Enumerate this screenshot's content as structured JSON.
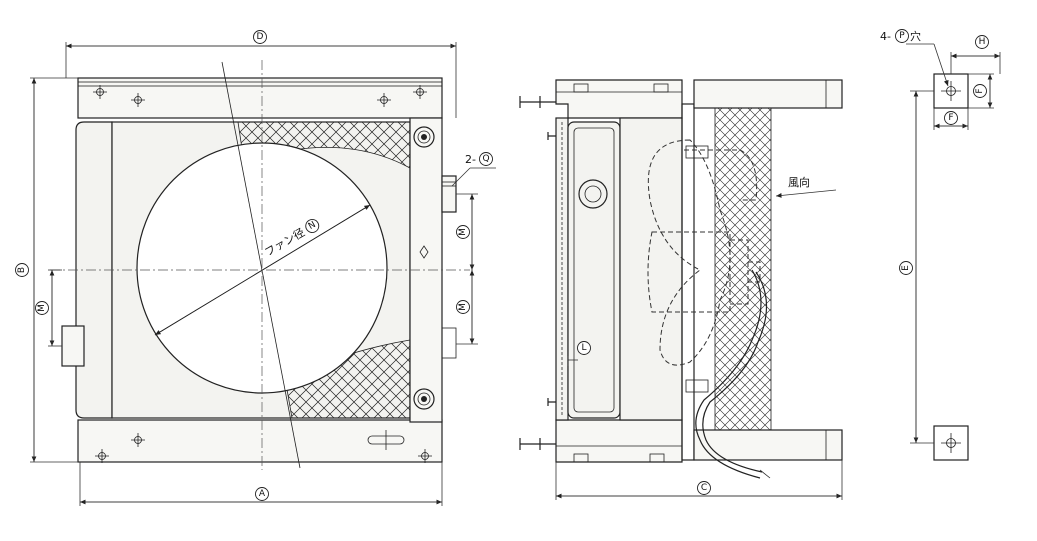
{
  "labels": {
    "A": "A",
    "B": "B",
    "C": "C",
    "D": "D",
    "E": "E",
    "F": "F",
    "H": "H",
    "L": "L",
    "M": "M",
    "fan_diameter": "ファン径",
    "fan_N": "N",
    "two_q_prefix": "2-",
    "Q": "Q",
    "four_p_prefix": "4-",
    "P": "P",
    "hole": "穴",
    "wind_direction": "風向"
  }
}
